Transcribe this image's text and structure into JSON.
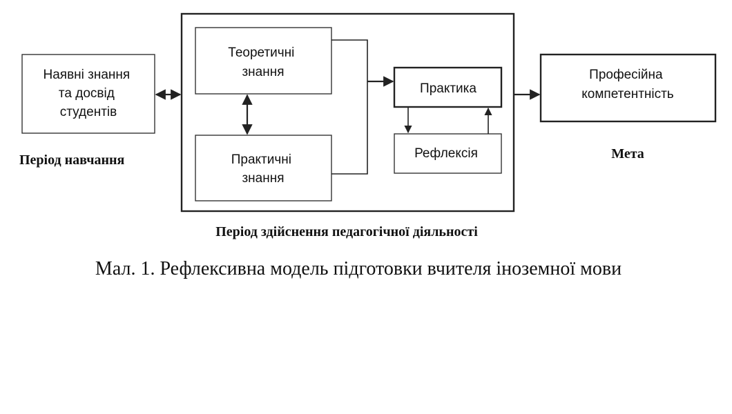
{
  "boxes": {
    "existing_knowledge": [
      "Наявні знання",
      "та досвід",
      "студентів"
    ],
    "theoretical_knowledge": [
      "Теоретичні",
      "знання"
    ],
    "practical_knowledge": [
      "Практичні",
      "знання"
    ],
    "practice": [
      "Практика"
    ],
    "reflection": [
      "Рефлексія"
    ],
    "professional_competence": [
      "Професійна",
      "компетентність"
    ]
  },
  "labels": {
    "study_period": "Період навчання",
    "goal": "Мета",
    "pedagogical_period": "Період здійснення педагогічної діяльності"
  },
  "caption": "Мал. 1. Рефлексивна модель підготовки вчителя іноземної мови",
  "colors": {
    "stroke": "#222222",
    "text": "#111111",
    "background": "#ffffff"
  }
}
